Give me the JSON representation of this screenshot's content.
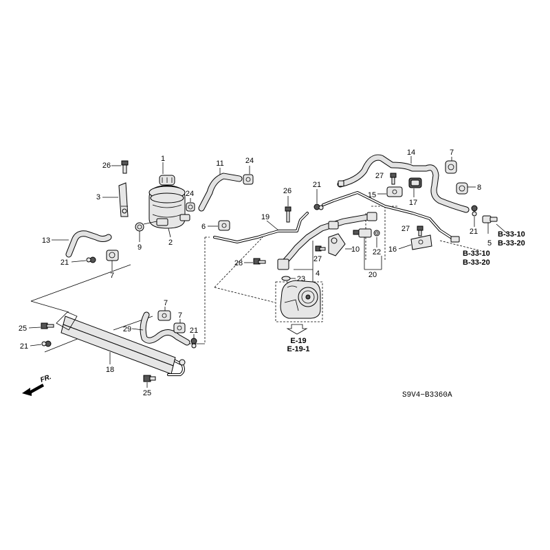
{
  "diagram": {
    "code": "S9V4−B3360A",
    "direction_label": "FR.",
    "refs": {
      "e19": "E-19",
      "e191": "E-19-1",
      "b3310": "B-33-10",
      "b3320": "B-33-20"
    },
    "labels": {
      "n1": "1",
      "n2": "2",
      "n3": "3",
      "n4": "4",
      "n5": "5",
      "n6": "6",
      "n7a": "7",
      "n7b": "7",
      "n7c": "7",
      "n7d": "7",
      "n8": "8",
      "n9": "9",
      "n10": "10",
      "n11": "11",
      "n13": "13",
      "n14": "14",
      "n15": "15",
      "n16": "16",
      "n17": "17",
      "n18": "18",
      "n19": "19",
      "n20": "20",
      "n21a": "21",
      "n21b": "21",
      "n21c": "21",
      "n21d": "21",
      "n21e": "21",
      "n22": "22",
      "n23": "23",
      "n24a": "24",
      "n24b": "24",
      "n25a": "25",
      "n25b": "25",
      "n26a": "26",
      "n26b": "26",
      "n27a": "27",
      "n27b": "27",
      "n27c": "27",
      "n28": "28",
      "n29": "29"
    }
  }
}
